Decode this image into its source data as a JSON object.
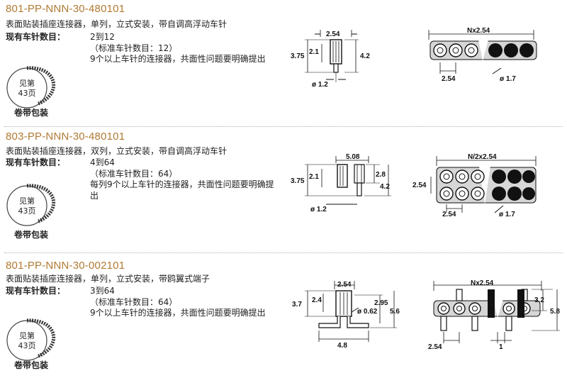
{
  "reel_badge": {
    "line1": "见第",
    "line2": "43页",
    "caption": "卷带包装"
  },
  "count_label": "现有车针数目：",
  "entries": [
    {
      "part_number": "801-PP-NNN-30-480101",
      "description": "表面贴装插座连接器，单列，立式安装，带自调高浮动车针",
      "count_value": "2到12",
      "standard": "（标准车针数目：12）",
      "note": "9个以上车针的连接器，共面性问题要明确提出",
      "dims": {
        "w": "2.54",
        "h1": "3.75",
        "h2": "2.1",
        "h3": "4.2",
        "dia": "ø 1.2",
        "pitch_top": "Nx2.54",
        "pitch_bot": "2.54",
        "hole": "ø 1.7"
      }
    },
    {
      "part_number": "803-PP-NNN-30-480101",
      "description": "表面贴装插座连接器，双列，立式安装，带自调高浮动车针",
      "count_value": "4到64",
      "standard": "（标准车针数目：64）",
      "note": "每列9个以上车针的连接器，共面性问题要明确提出",
      "dims": {
        "w": "5.08",
        "h1": "3.75",
        "h2": "2.1",
        "h3": "2.8",
        "h4": "4.2",
        "dia": "ø 1.2",
        "pitch_top": "N/2x2.54",
        "pitch_side": "2.54",
        "pitch_bot": "2.54",
        "hole": "ø 1.7"
      }
    },
    {
      "part_number": "801-PP-NNN-30-002101",
      "description": "表面贴装插座连接器，单列，立式安装，带鸥翼式端子",
      "count_value": "3到64",
      "standard": "（标准车针数目：64）",
      "note": "9个以上车针的连接器，共面性问题要明确提出",
      "dims": {
        "w": "2.54",
        "h1": "3.7",
        "h2": "2.4",
        "h3": "2.95",
        "h4": "5.6",
        "dia": "ø 0.62",
        "foot": "4.8",
        "pitch_top": "Nx2.54",
        "pitch_bot": "2.54",
        "one": "1",
        "r1": "3.2",
        "r2": "5.8"
      }
    }
  ]
}
